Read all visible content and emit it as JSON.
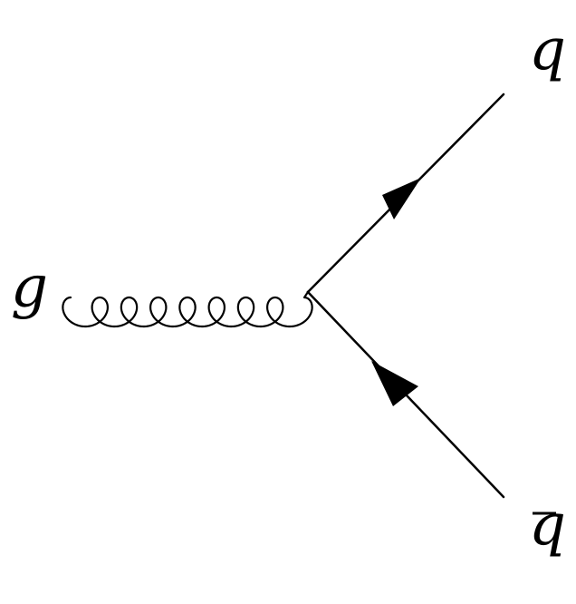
{
  "diagram": {
    "type": "feynman-vertex",
    "labels": {
      "gluon": "g",
      "quark": "q",
      "antiquark": "q"
    },
    "antiquark_overbar": true,
    "line_color": "#000000",
    "background": "#ffffff"
  }
}
